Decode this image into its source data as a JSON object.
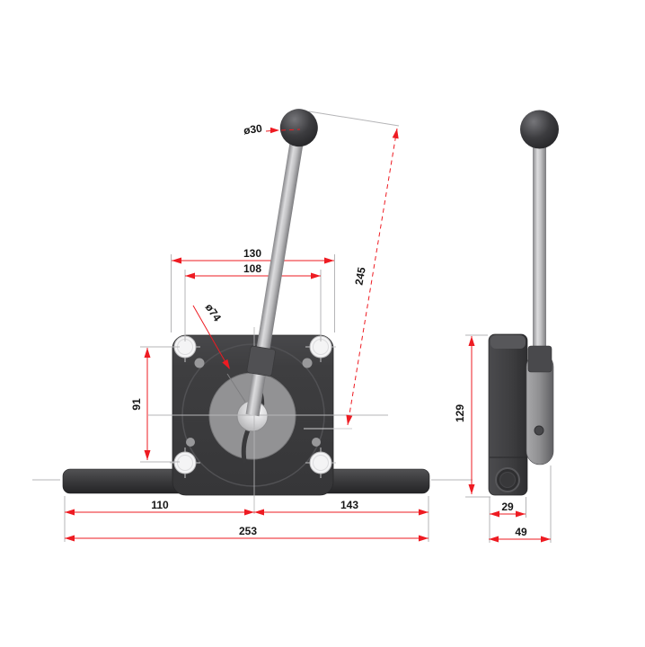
{
  "drawing": {
    "kind": "2-view dimensioned technical drawing of a single-lever control with ball-top handle",
    "views": {
      "front": {
        "name": "front view"
      },
      "side": {
        "name": "side view"
      }
    },
    "labels": {
      "knob_diameter": "ø30",
      "lever_length": "245",
      "overall_width": "130",
      "hole_spacing_horizontal": "108",
      "hole_spacing_vertical": "91",
      "hub_diameter": "ø74",
      "shaft_left_length": "110",
      "shaft_right_length": "143",
      "shaft_total_length": "253",
      "side_height": "129",
      "body_depth": "29",
      "overall_depth": "49"
    },
    "colors": {
      "dimension_red": "#ee1b22",
      "construction_gray": "#b5b5b7",
      "text_black": "#161616",
      "housing_dark": "#3e3e40",
      "lever_gray": "#c6c6c8",
      "knob_black": "#232325",
      "background": "#ffffff"
    }
  }
}
